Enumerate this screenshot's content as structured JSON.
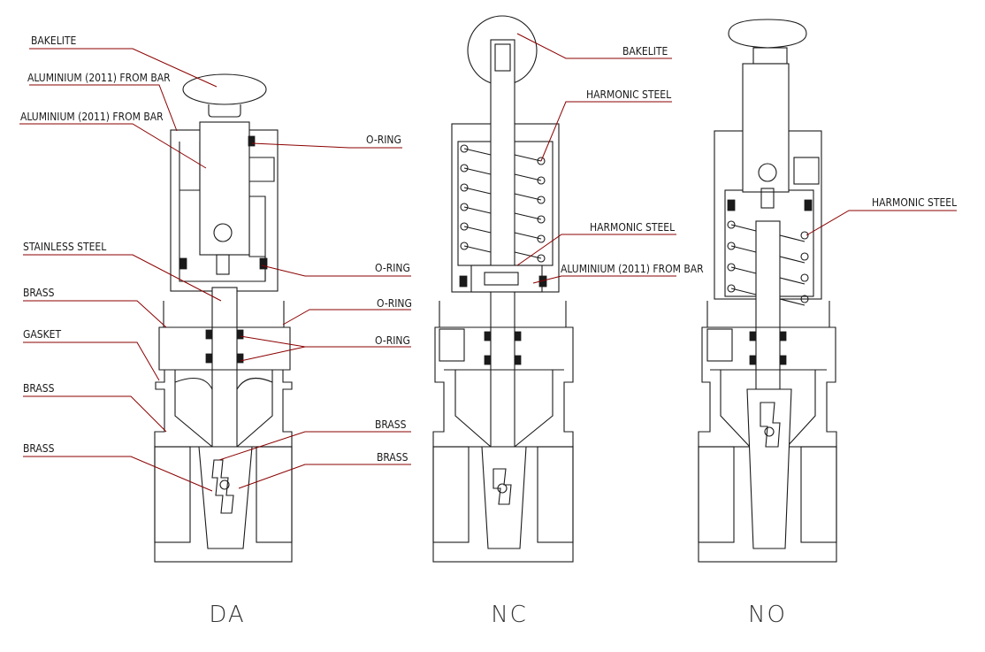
{
  "views": {
    "da": {
      "caption": "DA",
      "labels": {
        "bakelite": "BAKELITE",
        "aluminium_1": "ALUMINIUM (2011) FROM BAR",
        "aluminium_2": "ALUMINIUM (2011) FROM BAR",
        "oring_1": "O-RING",
        "stainless_steel": "STAINLESS STEEL",
        "oring_2": "O-RING",
        "brass_1": "BRASS",
        "oring_3": "O-RING",
        "gasket": "GASKET",
        "oring_4": "O-RING",
        "brass_2": "BRASS",
        "brass_3": "BRASS",
        "brass_4": "BRASS",
        "brass_5": "BRASS"
      }
    },
    "nc": {
      "caption": "NC",
      "labels": {
        "bakelite": "BAKELITE",
        "harmonic_steel_1": "HARMONIC STEEL",
        "harmonic_steel_2": "HARMONIC STEEL",
        "aluminium": "ALUMINIUM (2011) FROM BAR"
      }
    },
    "no": {
      "caption": "NO",
      "labels": {
        "harmonic_steel": "HARMONIC STEEL"
      }
    }
  }
}
